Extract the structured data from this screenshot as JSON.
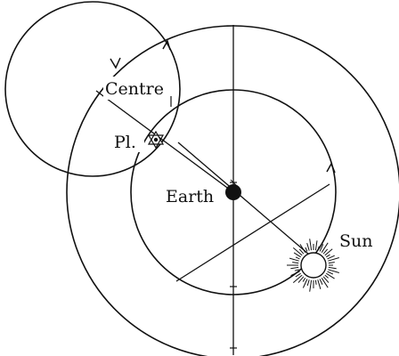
{
  "labels": {
    "centre": "Centre",
    "planet": "Pl.",
    "earth": "Earth",
    "sun": "Sun"
  },
  "colors": {
    "ink": "#111111",
    "background": "#ffffff"
  }
}
